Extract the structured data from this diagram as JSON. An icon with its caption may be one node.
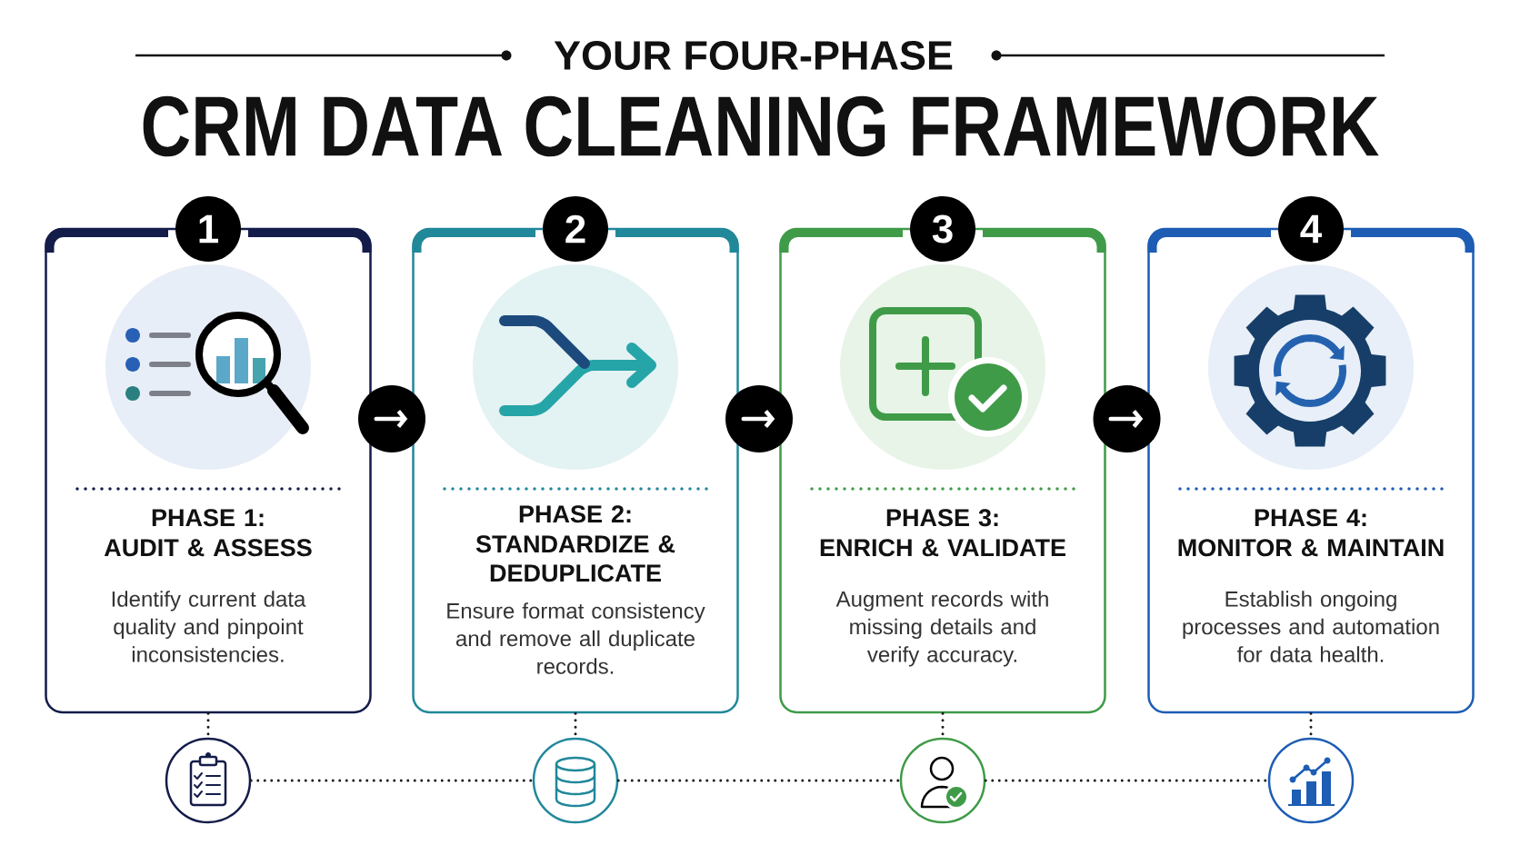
{
  "diagram": {
    "title": "CRM DATA CLEANING FRAMEWORK",
    "nodes": [
      {
        "text": [
          "1"
        ]
      },
      {
        "text": [
          "PHASE 1:",
          "AUDIT & ASSESS",
          "Identify current data quality and pinpoint inconsistencies."
        ]
      },
      {
        "text": [
          "2"
        ]
      },
      {
        "text": [
          "PHASE 2:",
          "STANDARDIZE & DEDUPLICATE",
          "Ensure format consistency and remove all duplicate records."
        ]
      },
      {
        "text": [
          "3"
        ]
      },
      {
        "text": [
          "PHASE 3:",
          "ENRICH & VALIDATE",
          "Augment records with missing details and verify accuracy."
        ]
      },
      {
        "text": [
          "4"
        ]
      },
      {
        "text": [
          "PHASE 4:",
          "MONITOR & MAINTAIN",
          "Establish ongoing processes and automation for data health."
        ]
      },
      {
        "text": [],
        "shape": "circle"
      },
      {
        "text": [],
        "shape": "circle"
      },
      {
        "text": [],
        "shape": "circle"
      },
      {
        "text": [],
        "shape": "circle"
      }
    ],
    "edges": [
      {
        "from": 1,
        "to": 3,
        "arrow": "to",
        "color": "#ffffff"
      },
      {
        "from": 3,
        "to": 5,
        "arrow": "to",
        "color": "#ffffff"
      },
      {
        "from": 5,
        "to": 7,
        "arrow": "to",
        "color": "#ffffff"
      },
      {
        "from": 1,
        "to": 8,
        "arrow": "none",
        "style": "dashed"
      },
      {
        "from": 3,
        "to": 9,
        "arrow": "none",
        "style": "dashed"
      },
      {
        "from": 5,
        "to": 10,
        "arrow": "none",
        "style": "dashed"
      },
      {
        "from": 7,
        "to": 11,
        "arrow": "none",
        "style": "dashed"
      },
      {
        "from": 8,
        "to": 9,
        "arrow": "none",
        "style": "dashed"
      },
      {
        "from": 9,
        "to": 10,
        "arrow": "none",
        "style": "dashed"
      },
      {
        "from": 10,
        "to": 11,
        "arrow": "none",
        "style": "dashed"
      }
    ],
    "labels": [
      "YOUR FOUR-PHASE"
    ]
  }
}
